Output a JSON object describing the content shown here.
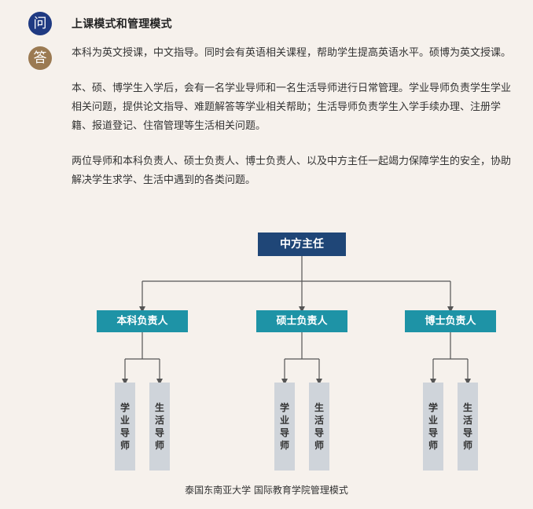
{
  "qa": {
    "q_icon": "问",
    "a_icon": "答",
    "question": "上课模式和管理模式",
    "paragraphs": [
      "本科为英文授课，中文指导。同时会有英语相关课程，帮助学生提高英语水平。硕博为英文授课。",
      "本、硕、博学生入学后，会有一名学业导师和一名生活导师进行日常管理。学业导师负责学生学业相关问题，提供论文指导、难题解答等学业相关帮助；生活导师负责学生入学手续办理、注册学籍、报道登记、住宿管理等生活相关问题。",
      "两位导师和本科负责人、硕士负责人、博士负责人、以及中方主任一起竭力保障学生的安全，协助解决学生求学、生活中遇到的各类问题。"
    ]
  },
  "org": {
    "root": "中方主任",
    "branches": [
      {
        "label": "本科负责人",
        "tutors": [
          "学业导师",
          "生活导师"
        ]
      },
      {
        "label": "硕士负责人",
        "tutors": [
          "学业导师",
          "生活导师"
        ]
      },
      {
        "label": "博士负责人",
        "tutors": [
          "学业导师",
          "生活导师"
        ]
      }
    ],
    "caption": "泰国东南亚大学 国际教育学院管理模式"
  },
  "colors": {
    "background": "#f6f1ec",
    "q_badge": "#1f3a82",
    "a_badge": "#9b7a52",
    "root_box": "#1f4677",
    "branch_box": "#1e93a6",
    "tutor_box": "#cfd4da",
    "connector": "#555555"
  }
}
